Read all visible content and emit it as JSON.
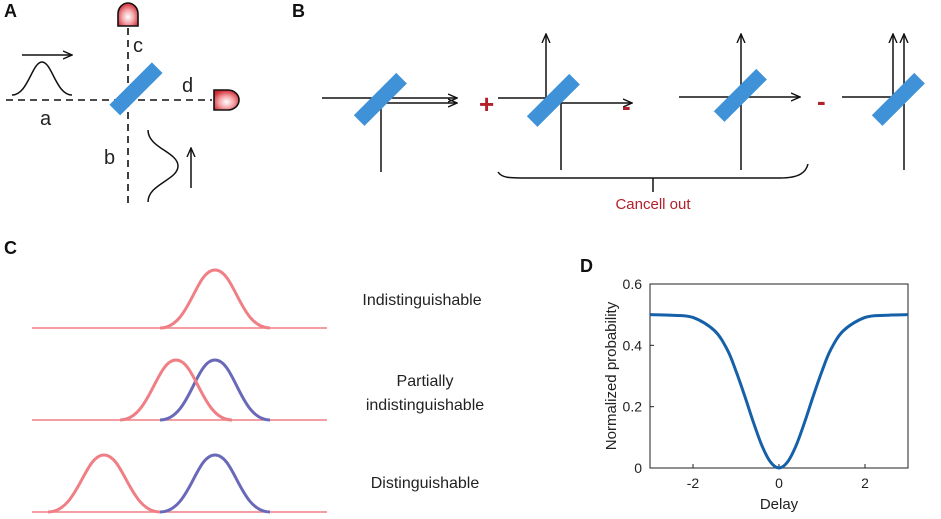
{
  "panels": {
    "a": "A",
    "b": "B",
    "c": "C",
    "d": "D"
  },
  "panelA": {
    "port_a": "a",
    "port_b": "b",
    "port_c": "c",
    "port_d": "d"
  },
  "panelB": {
    "plus": "+",
    "minus1": "-",
    "minus2": "-",
    "annotation": "Cancell out"
  },
  "panelC": {
    "labels": [
      "Indistinguishable",
      "Partially",
      "indistinguishable",
      "Distinguishable"
    ]
  },
  "colors": {
    "beam_splitter": "#3f91d8",
    "photon_red": "#f07f85",
    "photon_blue": "#6a69b9",
    "curve": "#1560a8",
    "accent": "#b3202b"
  },
  "chart_data": {
    "type": "line",
    "title": "",
    "xlabel": "Delay",
    "ylabel": "Normalized probability",
    "xlim": [
      -3,
      3
    ],
    "ylim": [
      0,
      0.6
    ],
    "xticks": [
      -2,
      0,
      2
    ],
    "yticks": [
      0,
      0.2,
      0.4,
      0.6
    ],
    "series": [
      {
        "x": [
          -3,
          -2.5,
          -2,
          -1.5,
          -1.2,
          -1,
          -0.8,
          -0.6,
          -0.4,
          -0.2,
          0,
          0.2,
          0.4,
          0.6,
          0.8,
          1,
          1.2,
          1.5,
          2,
          2.5,
          3
        ],
        "values": [
          0.5,
          0.498,
          0.491,
          0.448,
          0.385,
          0.316,
          0.236,
          0.151,
          0.074,
          0.02,
          0.0,
          0.02,
          0.074,
          0.151,
          0.236,
          0.316,
          0.385,
          0.448,
          0.491,
          0.498,
          0.5
        ]
      }
    ]
  }
}
